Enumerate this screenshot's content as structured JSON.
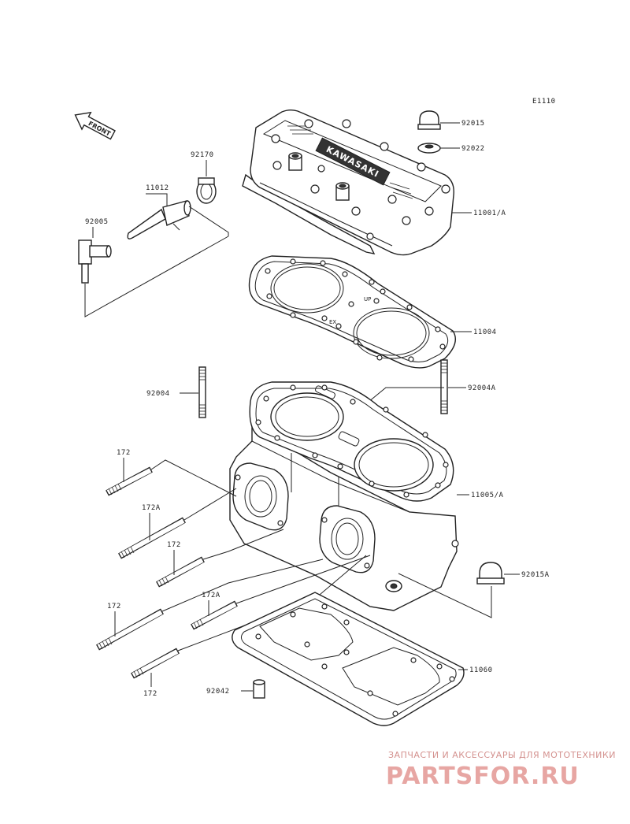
{
  "diagram": {
    "ref_code": "E1110",
    "front_label": "FRONT",
    "embossed_text": "KAWASAKI",
    "gasket_marks": {
      "up": "UP",
      "ex": "EX"
    },
    "callouts": [
      {
        "id": "92015",
        "label": "92015"
      },
      {
        "id": "92022",
        "label": "92022"
      },
      {
        "id": "92170",
        "label": "92170"
      },
      {
        "id": "11012",
        "label": "11012"
      },
      {
        "id": "92005",
        "label": "92005"
      },
      {
        "id": "11001A",
        "label": "11001/A"
      },
      {
        "id": "11004",
        "label": "11004"
      },
      {
        "id": "92004",
        "label": "92004"
      },
      {
        "id": "92004A",
        "label": "92004A"
      },
      {
        "id": "172_1",
        "label": "172"
      },
      {
        "id": "172A_1",
        "label": "172A"
      },
      {
        "id": "172_2",
        "label": "172"
      },
      {
        "id": "172_3",
        "label": "172"
      },
      {
        "id": "172A_2",
        "label": "172A"
      },
      {
        "id": "172_4",
        "label": "172"
      },
      {
        "id": "11005A",
        "label": "11005/A"
      },
      {
        "id": "92015A",
        "label": "92015A"
      },
      {
        "id": "11060",
        "label": "11060"
      },
      {
        "id": "92042",
        "label": "92042"
      }
    ]
  },
  "watermark": {
    "tagline": "ЗАПЧАСТИ И АКСЕССУАРЫ ДЛЯ МОТОТЕХНИКИ",
    "brand": "PARTSFOR.RU"
  }
}
